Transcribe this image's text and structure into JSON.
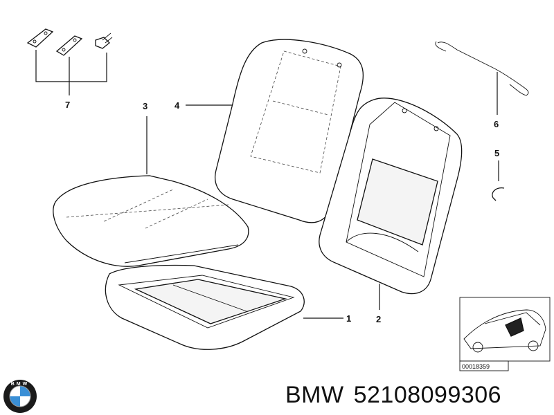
{
  "callouts": {
    "c1": "1",
    "c2": "2",
    "c3": "3",
    "c4": "4",
    "c5": "5",
    "c6": "6",
    "c7": "7"
  },
  "inset": {
    "code": "00018359"
  },
  "brand": {
    "logo_text": "BMW",
    "name": "BMW",
    "part_number": "52108099306"
  },
  "colors": {
    "line": "#111111",
    "background": "#ffffff",
    "logo_blue": "#3a8fd6",
    "logo_ring": "#1a1a1a"
  }
}
